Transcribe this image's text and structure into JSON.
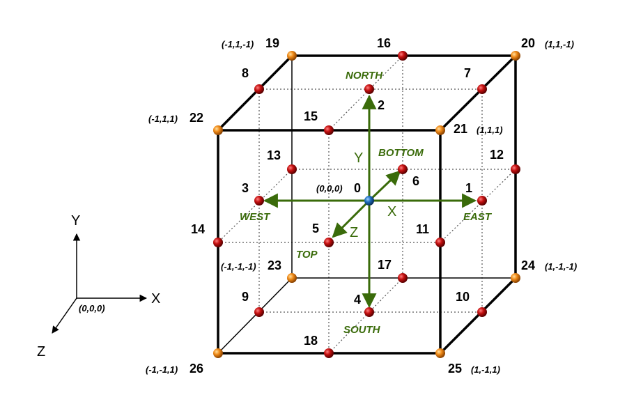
{
  "colors": {
    "edge": "#000000",
    "grid": "#555555",
    "axis_green": "#3a6b0a",
    "node_center": "#1f6fc0",
    "node_inner": "#b00000",
    "node_corner": "#ee7a10"
  },
  "node_labels": {
    "n0": "0",
    "n1": "1",
    "n2": "2",
    "n3": "3",
    "n4": "4",
    "n5": "5",
    "n6": "6",
    "n7": "7",
    "n8": "8",
    "n9": "9",
    "n10": "10",
    "n11": "11",
    "n12": "12",
    "n13": "13",
    "n14": "14",
    "n15": "15",
    "n16": "16",
    "n17": "17",
    "n18": "18",
    "n19": "19",
    "n20": "20",
    "n21": "21",
    "n22": "22",
    "n23": "23",
    "n24": "24",
    "n25": "25",
    "n26": "26"
  },
  "coord_labels": {
    "c0": "(0,0,0)",
    "c19": "(-1,1,-1)",
    "c20": "(1,1,-1)",
    "c22": "(-1,1,1)",
    "c21": "(1,1,1)",
    "c23": "(-1,-1,-1)",
    "c24": "(1,-1,-1)",
    "c26": "(-1,-1,1)",
    "c25": "(1,-1,1)"
  },
  "directions": {
    "north": "NORTH",
    "south": "SOUTH",
    "east": "EAST",
    "west": "WEST",
    "top": "TOP",
    "bottom": "BOTTOM"
  },
  "cube_axes": {
    "x": "X",
    "y": "Y",
    "z": "Z"
  },
  "reference_axes": {
    "x": "X",
    "y": "Y",
    "z": "Z",
    "origin": "(0,0,0)"
  }
}
